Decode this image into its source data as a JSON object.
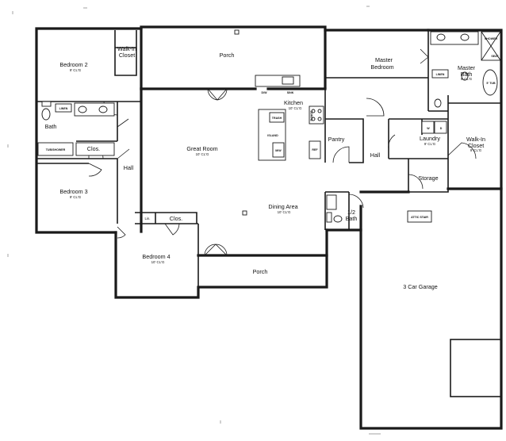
{
  "rooms": {
    "bedroom2": {
      "name": "Bedroom 2",
      "ceiling": "9' CL'G"
    },
    "walkin_closet_top": {
      "line1": "Walk-In",
      "line2": "Closet"
    },
    "porch_top": {
      "name": "Porch"
    },
    "master_bedroom": {
      "line1": "Master",
      "line2": "Bedroom"
    },
    "master_bath": {
      "line1": "Master",
      "line2": "Bath",
      "ceiling": "9' CL'G"
    },
    "bath": {
      "name": "Bath"
    },
    "clos_left": {
      "name": "Clos."
    },
    "hall_left": {
      "name": "Hall"
    },
    "great_room": {
      "name": "Great Room",
      "ceiling": "10' CL'G"
    },
    "kitchen": {
      "name": "Kitchen",
      "ceiling": "10' CL'G"
    },
    "pantry": {
      "name": "Pantry"
    },
    "hall_right": {
      "name": "Hall"
    },
    "laundry": {
      "name": "Laundry",
      "ceiling": "9' CL'G"
    },
    "walkin_closet_right": {
      "line1": "Walk-In",
      "line2": "Closet",
      "ceiling": "9' CL'G"
    },
    "storage": {
      "name": "Storage"
    },
    "bedroom3": {
      "name": "Bedroom 3",
      "ceiling": "9' CL'G"
    },
    "dining_area": {
      "name": "Dining Area",
      "ceiling": "10' CL'G"
    },
    "half_bath": {
      "line1": "1/2",
      "line2": "Bath"
    },
    "lin_small": {
      "name": "Lin."
    },
    "clos_bedroom4": {
      "name": "Clos."
    },
    "bedroom4": {
      "name": "Bedroom 4",
      "ceiling": "10' CL'G"
    },
    "porch_bottom": {
      "name": "Porch"
    },
    "garage": {
      "name": "3 Car Garage"
    }
  },
  "fixtures": {
    "linen_left": "LINEN",
    "linen_right": "LINEN",
    "tub_shower": "TUB/SHOWER",
    "shower": "SHOWER",
    "seat": "SEAT",
    "tub_master": "5' TUB",
    "dishwasher": "D/W",
    "sink": "SINK",
    "trash": "TRASH",
    "island": "ISLAND",
    "microwave": "M/W",
    "range": "RANGE",
    "refrigerator": "REF",
    "washer": "W",
    "dryer": "D",
    "attic_stair": "ATTIC STAIR"
  }
}
